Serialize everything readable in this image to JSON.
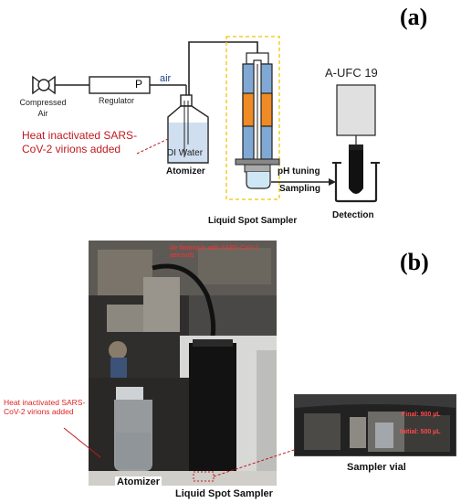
{
  "panel_a": {
    "label": "(a)",
    "compressed_air": "Compressed Air",
    "regulator": "Regulator",
    "regulator_symbol": "P",
    "air": "air",
    "di_water": "DI Water",
    "atomizer": "Atomizer",
    "virion_note": "Heat inactivated SARS-CoV-2 virions added",
    "instrument": "A-UFC 19",
    "ph_tuning": "pH tuning",
    "sampling": "Sampling",
    "liquid_spot_sampler": "Liquid Spot Sampler",
    "detection": "Detection",
    "colors": {
      "orange": "#f08a24",
      "blue": "#7fa9d4",
      "red": "#c0191f",
      "dash": "#f2c200"
    }
  },
  "panel_b": {
    "label": "(b)",
    "air_flowing_note": "Air flowing in with SARS-CoV-2 aerosols",
    "virion_note": "Heat inactivated SARS-CoV-2 virions added",
    "atomizer": "Atomizer",
    "liquid_spot_sampler": "Liquid Spot Sampler",
    "sampler_vial": "Sampler vial",
    "final_volume": "Final: 900 µL",
    "initial_volume": "Initial: 500 µL"
  }
}
